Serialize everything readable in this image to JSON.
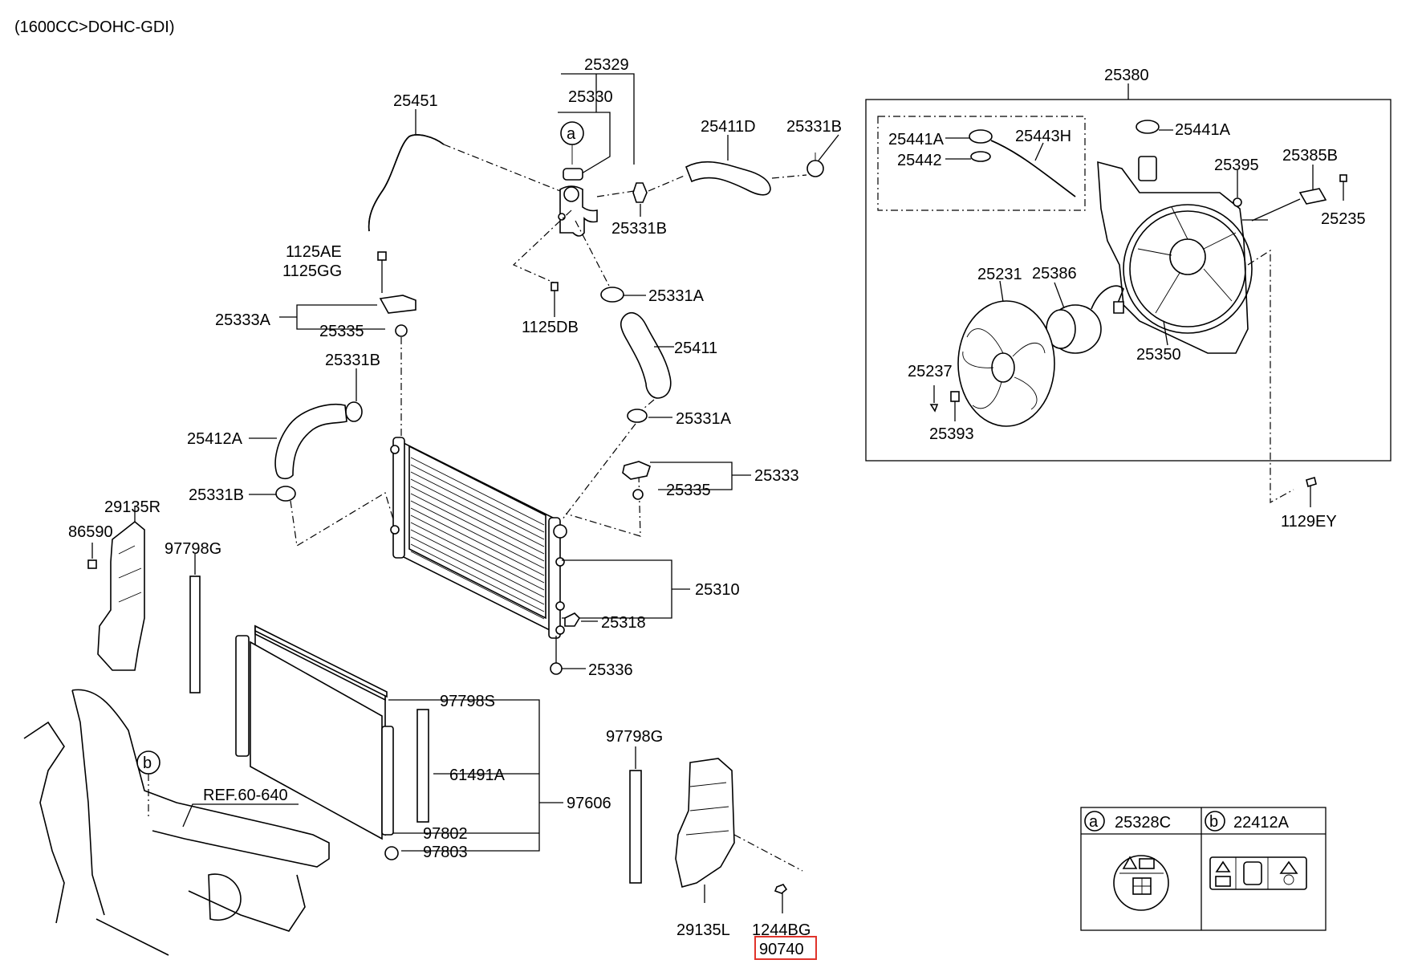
{
  "header": {
    "engine_spec": "(1600CC>DOHC-GDI)"
  },
  "parts": {
    "p25329": "25329",
    "p25330": "25330",
    "p25451": "25451",
    "p25411D": "25411D",
    "p25331B_top": "25331B",
    "p25331B_mid": "25331B",
    "p1125AE": "1125AE",
    "p1125GG": "1125GG",
    "p25333A": "25333A",
    "p25335_left": "25335",
    "p1125DB": "1125DB",
    "p25331A_top": "25331A",
    "p25411": "25411",
    "p25331B_left": "25331B",
    "p25331A_mid": "25331A",
    "p25412A": "25412A",
    "p25333": "25333",
    "p25335_right": "25335",
    "p25331B_low": "25331B",
    "p29135R": "29135R",
    "p86590": "86590",
    "p97798G_left": "97798G",
    "p25310": "25310",
    "p25318": "25318",
    "p25336": "25336",
    "p97798S": "97798S",
    "p61491A": "61491A",
    "p97606": "97606",
    "p97802": "97802",
    "p97803": "97803",
    "p97798G_right": "97798G",
    "p29135L": "29135L",
    "p1244BG": "1244BG",
    "p90740": "90740",
    "ref": "REF.60-640",
    "p25380": "25380",
    "p25441A_left": "25441A",
    "p25442": "25442",
    "p25443H": "25443H",
    "p25441A_right": "25441A",
    "p25395": "25395",
    "p25385B": "25385B",
    "p25235": "25235",
    "p25231": "25231",
    "p25386": "25386",
    "p25350": "25350",
    "p25237": "25237",
    "p25393": "25393",
    "p1129EY": "1129EY"
  },
  "callouts": {
    "a": "a",
    "b": "b"
  },
  "legend": {
    "a_letter": "a",
    "a_part": "25328C",
    "b_letter": "b",
    "b_part": "22412A"
  },
  "highlight": {
    "part": "90740",
    "color": "#e0332b"
  }
}
